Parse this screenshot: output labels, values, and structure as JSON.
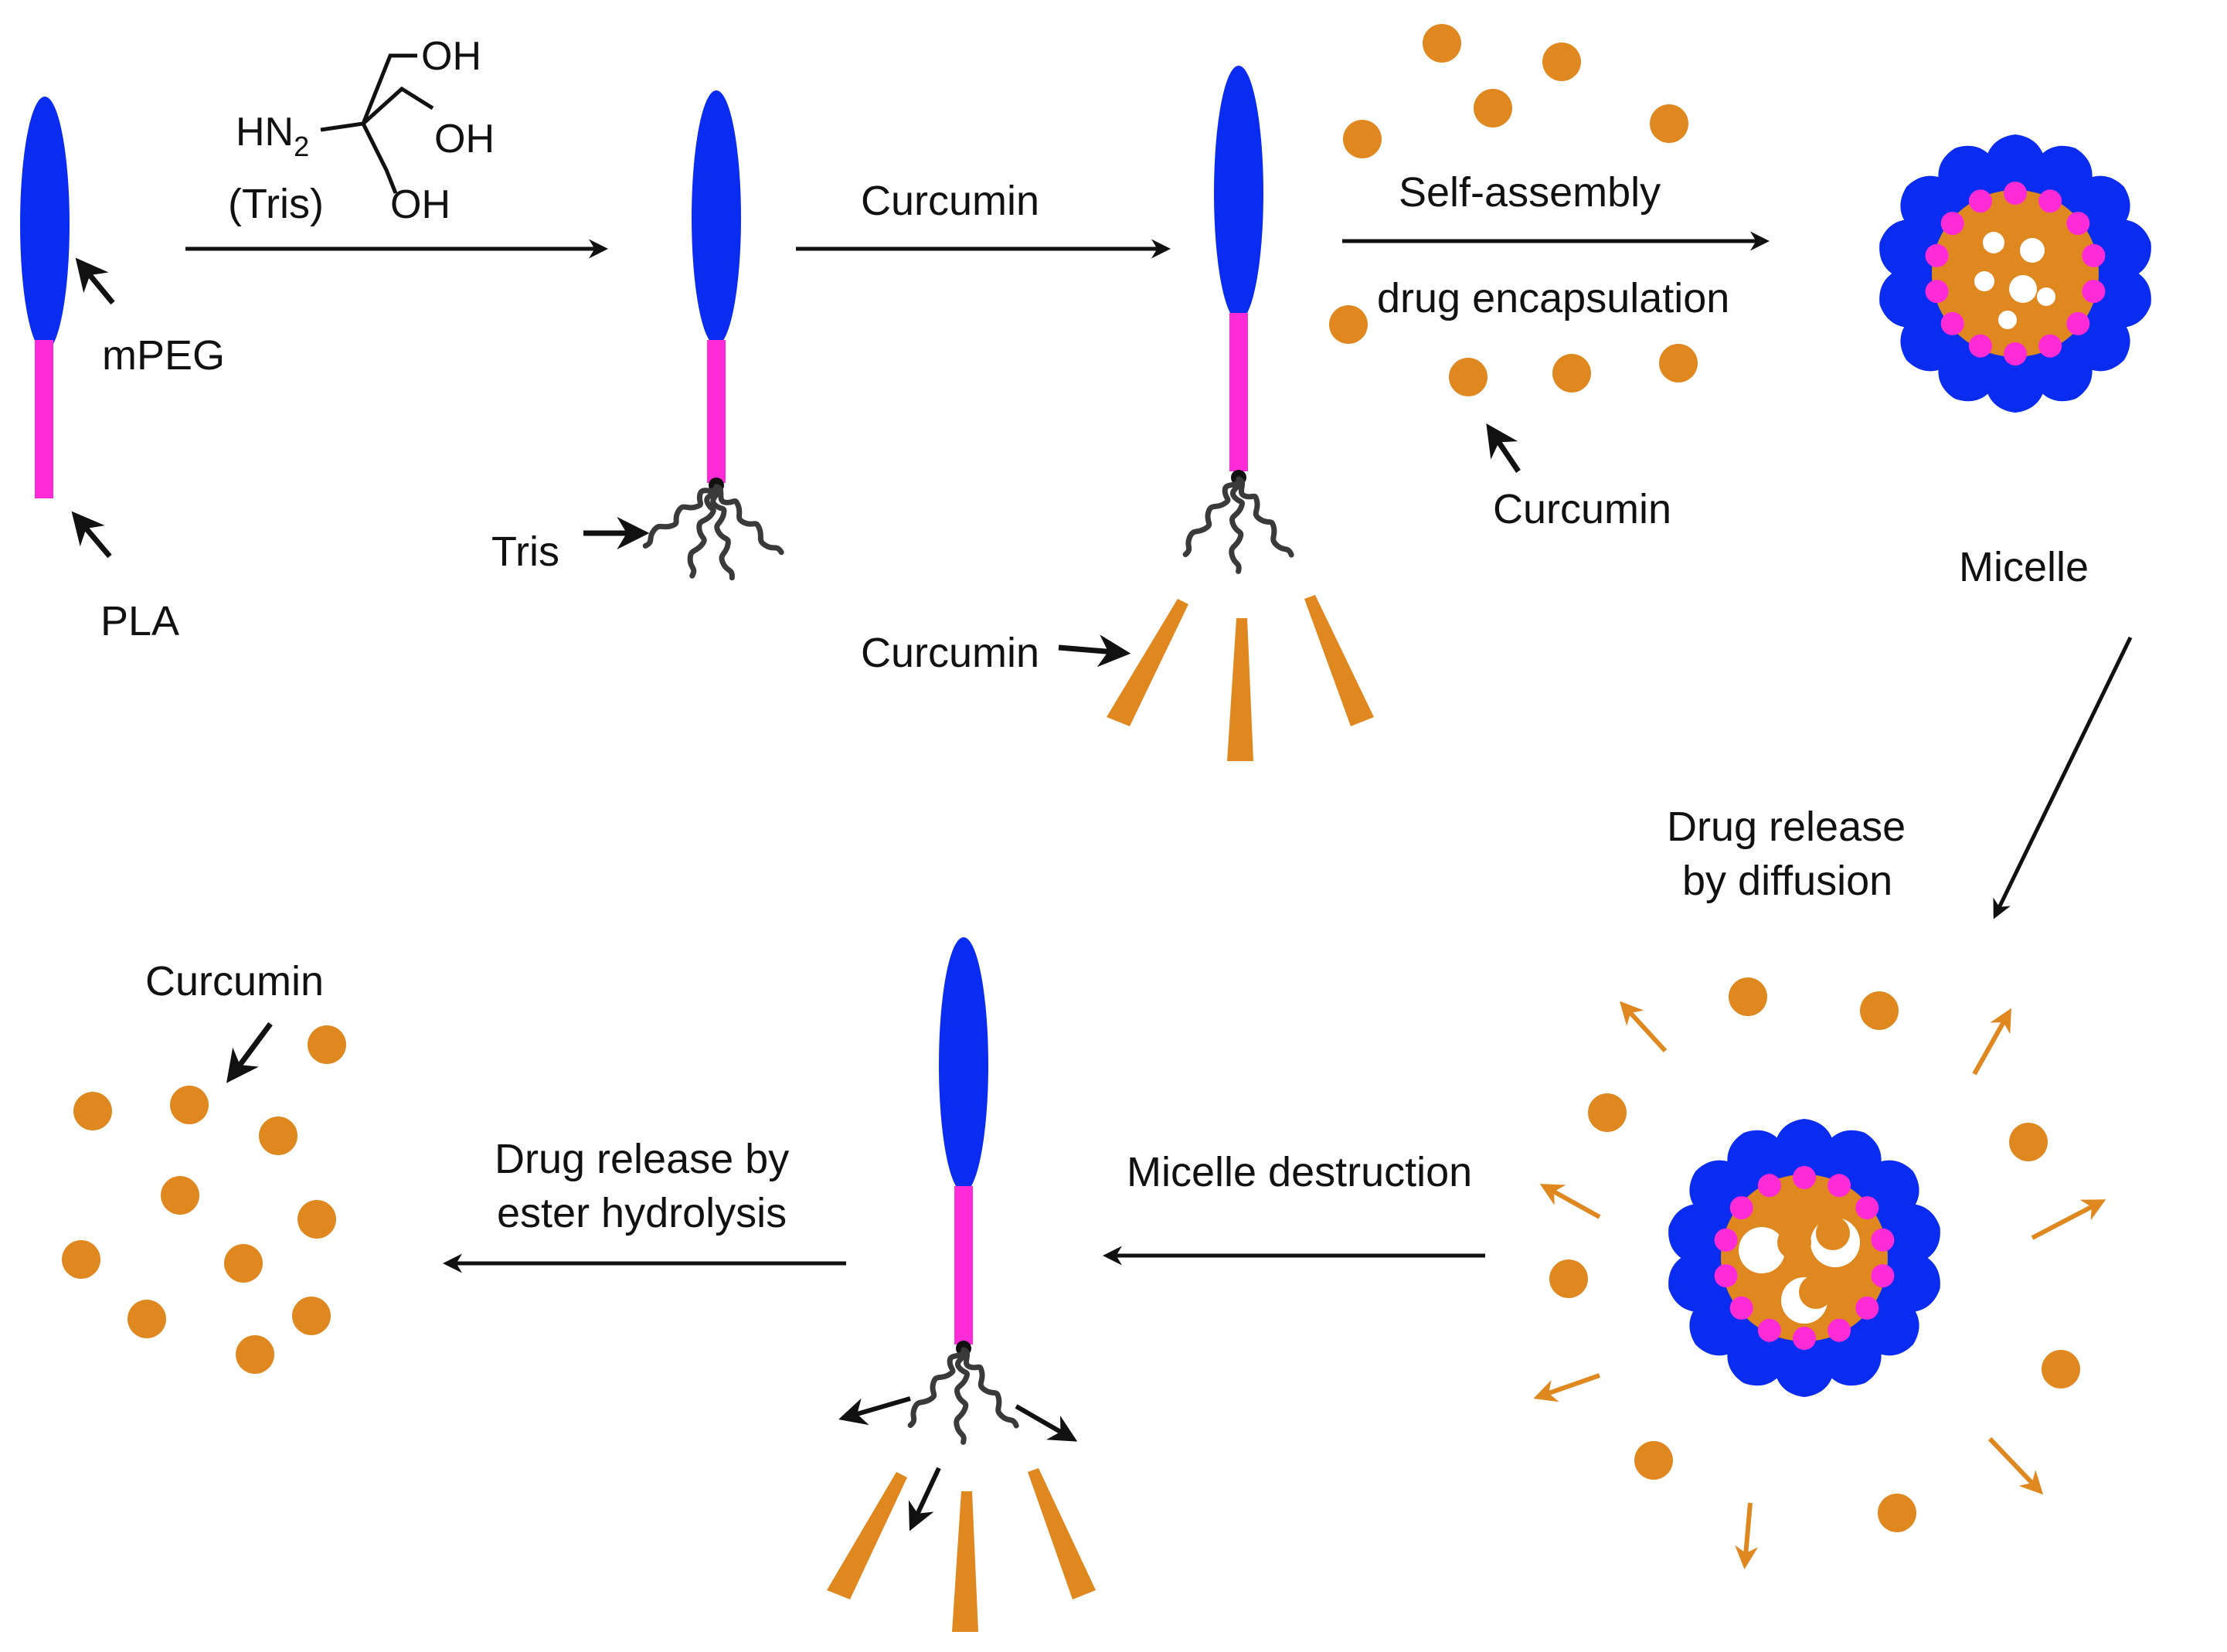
{
  "colors": {
    "peg": "#0a2bf0",
    "pla": "#ff2bd6",
    "curcumin": "#e08820",
    "tris_chain": "#3a3a3a",
    "arrow": "#111111"
  },
  "step1": {
    "mpeg_label": "mPEG",
    "pla_label": "PLA",
    "tris_formula": {
      "hn": "HN",
      "hn_sub": "2",
      "oh": "OH"
    },
    "tris_name": "(Tris)"
  },
  "step2": {
    "tris_label": "Tris",
    "reagent": "Curcumin"
  },
  "step3": {
    "curcumin_label": "Curcumin",
    "process_top": "Self-assembly",
    "process_bottom": "drug encapsulation",
    "free_curcumin_label": "Curcumin"
  },
  "micelle": {
    "label": "Micelle"
  },
  "diffusion": {
    "line1": "Drug release",
    "line2": "by diffusion"
  },
  "destruction": {
    "label": "Micelle destruction"
  },
  "hydrolysis": {
    "line1": "Drug release by",
    "line2": "ester hydrolysis"
  },
  "released": {
    "label": "Curcumin"
  }
}
